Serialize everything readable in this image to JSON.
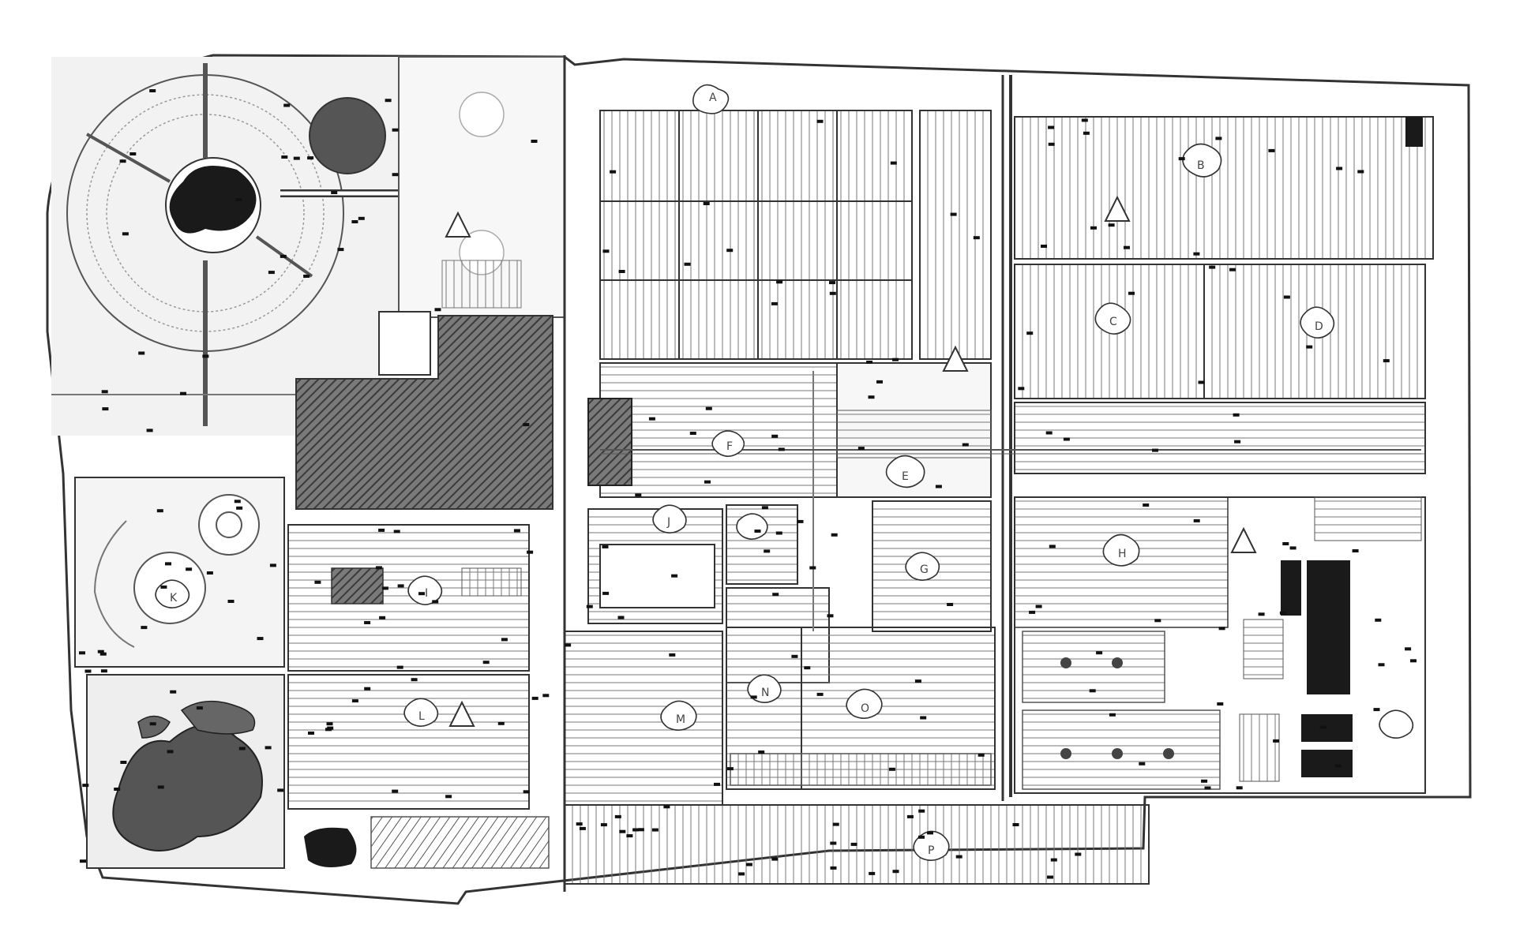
{
  "plan": {
    "line_color": "#333333",
    "hatch_color": "#888888",
    "dark_fill": "#1a1a1a",
    "mid_fill": "#555555",
    "paper_color": "#ffffff",
    "region_labels": [
      "A",
      "B",
      "C",
      "D",
      "E",
      "F",
      "G",
      "H",
      "I",
      "J",
      "K",
      "L",
      "M",
      "N",
      "O",
      "P"
    ],
    "legend_symbols": [
      "warning-triangle",
      "blob-marker",
      "dark-block",
      "hatched-area"
    ]
  }
}
